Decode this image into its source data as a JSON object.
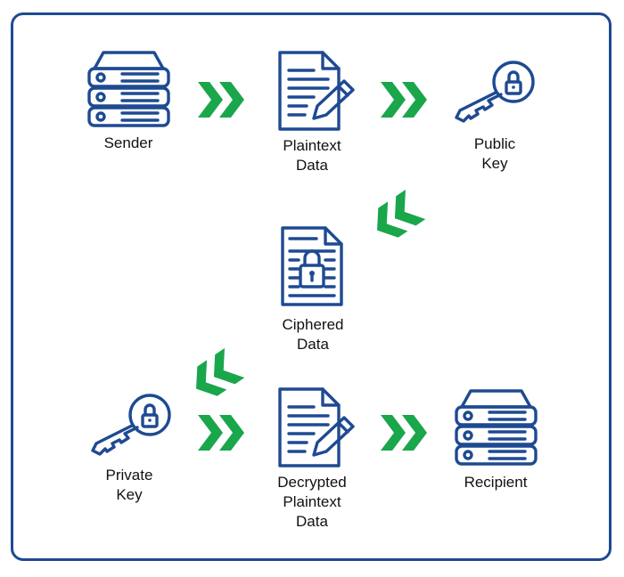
{
  "colors": {
    "frame": "#1e4a92",
    "icon": "#1e4a92",
    "arrow": "#1aa64b",
    "text": "#111111"
  },
  "nodes": {
    "sender": {
      "label": "Sender",
      "icon": "server-icon"
    },
    "plaintext": {
      "label": "Plaintext\nData",
      "icon": "document-edit-icon"
    },
    "public_key": {
      "label": "Public\nKey",
      "icon": "key-lock-icon"
    },
    "ciphered": {
      "label": "Ciphered\nData",
      "icon": "document-lock-icon"
    },
    "private_key": {
      "label": "Private\nKey",
      "icon": "key-lock-icon"
    },
    "decrypted": {
      "label": "Decrypted\nPlaintext\nData",
      "icon": "document-edit-icon"
    },
    "recipient": {
      "label": "Recipient",
      "icon": "server-icon"
    }
  }
}
